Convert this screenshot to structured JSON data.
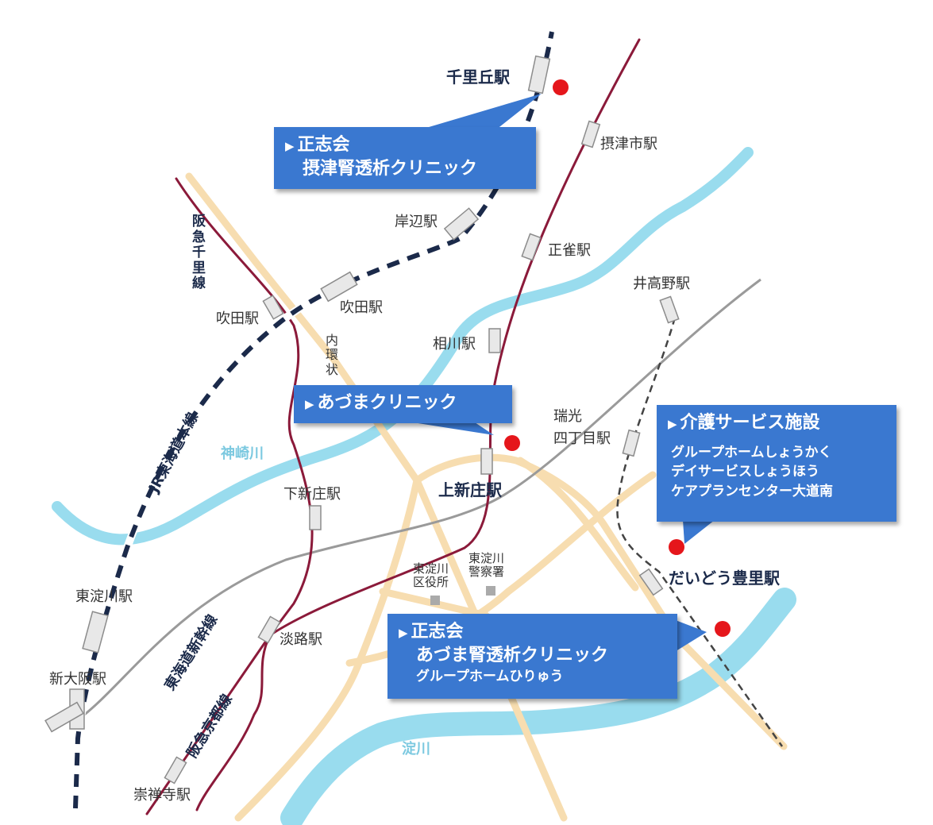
{
  "colors": {
    "river": "#99dcee",
    "road": "#f7ddb0",
    "jr_line": "#1b2a4a",
    "hankyu": "#8b1a3a",
    "shinkansen": "#9a9a9a",
    "marker": "#e5161b",
    "callout": "#3a78d0"
  },
  "stations": {
    "senri_oka": "千里丘駅",
    "settsushi": "摂津市駅",
    "kishibe": "岸辺駅",
    "shojaku": "正雀駅",
    "idakano": "井高野駅",
    "suita_hankyu": "吹田駅",
    "suita_jr": "吹田駅",
    "aikawa": "相川駅",
    "zuiko_line1": "瑞光",
    "zuiko_line2": "四丁目駅",
    "kamishinjo": "上新庄駅",
    "shimoshinjo": "下新庄駅",
    "higashiyodogawa": "東淀川駅",
    "dido_toyosato": "だいどう豊里駅",
    "awaji": "淡路駅",
    "shin_osaka": "新大阪駅",
    "sozenji": "崇禅寺駅"
  },
  "lines": {
    "hankyu_senri": [
      "阪",
      "急",
      "千",
      "里",
      "線"
    ],
    "naikanjo": [
      "内",
      "環",
      "状"
    ],
    "jr_tokaido": "JR東海道本線",
    "tokaido_shinkansen": "東海道新幹線",
    "hankyu_kyoto": "阪急京都線"
  },
  "rivers": {
    "kanzaki": "神崎川",
    "yodo": "淀川"
  },
  "landmarks": {
    "ward_office_line1": "東淀川",
    "ward_office_line2": "区役所",
    "police_line1": "東淀川",
    "police_line2": "警察署"
  },
  "callouts": {
    "settsu": {
      "arrow": "▶",
      "title": "正志会",
      "name": "摂津腎透析クリニック"
    },
    "azuma": {
      "arrow": "▶",
      "title": "あづまクリニック"
    },
    "kaigo": {
      "arrow": "▶",
      "title": "介護サービス施設",
      "items": [
        "グループホームしょうかく",
        "デイサービスしょうほう",
        "ケアプランセンター大道南"
      ]
    },
    "azuma_dialysis": {
      "arrow": "▶",
      "title": "正志会",
      "name": "あづま腎透析クリニック",
      "item": "グループホームひりゅう"
    }
  }
}
